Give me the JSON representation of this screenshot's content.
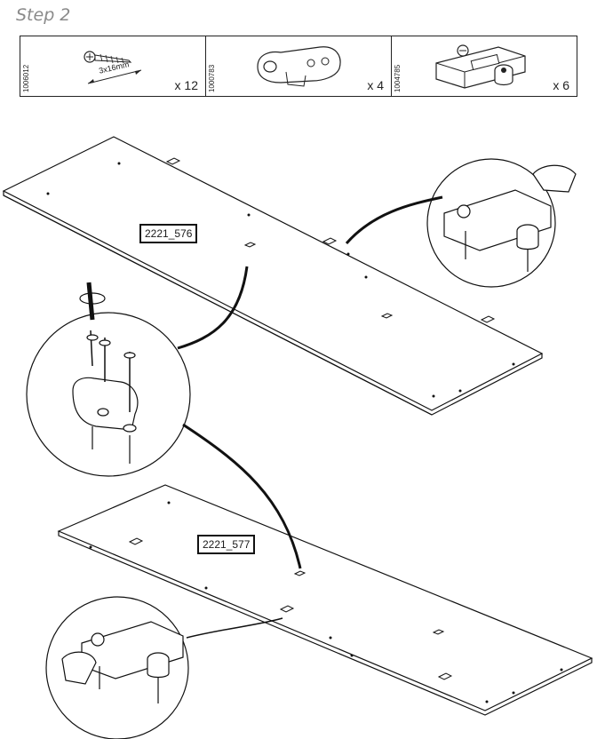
{
  "step": {
    "title": "Step 2"
  },
  "parts": [
    {
      "code": "1006012",
      "qty": "x 12",
      "size": "3x16mm",
      "icon": "screw-icon"
    },
    {
      "code": "1000783",
      "qty": "x 4",
      "icon": "bracket-icon"
    },
    {
      "code": "1004785",
      "qty": "x 6",
      "icon": "hanger-fitting-icon"
    }
  ],
  "panels": [
    {
      "label": "2221_576"
    },
    {
      "label": "2221_577"
    }
  ]
}
